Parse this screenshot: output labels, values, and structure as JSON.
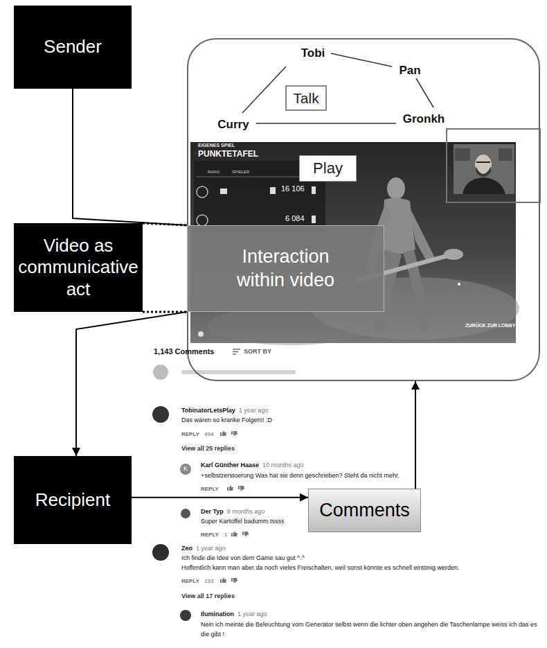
{
  "diagram": {
    "nodes": [
      {
        "text": [
          "Sender"
        ]
      },
      {
        "text": [
          "Tobi",
          "Pan",
          "Curry",
          "Gronkh"
        ]
      },
      {
        "text": [
          "Talk"
        ],
        "in": 1
      },
      {
        "text": [
          "Play"
        ],
        "in": 1
      },
      {
        "text": [
          "Video as communicative act"
        ]
      },
      {
        "text": [
          "Interaction within video"
        ],
        "in": 1
      },
      {
        "text": [
          "Recipient"
        ]
      },
      {
        "text": [
          "Comments"
        ]
      }
    ],
    "edges": [
      {
        "from": 0,
        "to": 5,
        "arrow": "none"
      },
      {
        "from": 4,
        "to": 5,
        "arrow": "none"
      },
      {
        "from": 5,
        "to": 6,
        "arrow": "to"
      },
      {
        "from": 6,
        "to": 7,
        "arrow": "to"
      },
      {
        "from": 7,
        "to": 1,
        "arrow": "to"
      }
    ],
    "labels": [
      "EIGENES SPIEL",
      "PUNKTETAFEL",
      "RANG",
      "SPIELER",
      "16 106",
      "6 084",
      "ZURÜCK ZUR LOBBY",
      "1,143 Comments",
      "SORT BY",
      "TobinatorLetsPlay",
      "1 year ago",
      "Das waren so kranke Folgen!! :D",
      "REPLY",
      "494",
      "View all 25 replies",
      "K",
      "Karl Günther Haase",
      "10 months ago",
      "+selbstzerstoerung Was hat sie denn geschrieben? Steht da nicht mehr.",
      "REPLY",
      "Der Typ",
      "9 months ago",
      "Super Kartoffel badumm tssss",
      "REPLY",
      "1",
      "Zeo",
      "1 year ago",
      "Ich finde die Idee von dem Game sau gut ^.^",
      "Hoffentlich kann man aber da noch vieles Freischalten, weil sonst könnte es schnell eintönig werden.",
      "REPLY",
      "193",
      "View all 17 replies",
      "Ilumination",
      "1 year ago",
      "Nein ich meinte die Beleuchtung vom Generator selbst wenn die lichter oben angehen die Taschenlampe weiss ich das es die gibt !"
    ]
  }
}
